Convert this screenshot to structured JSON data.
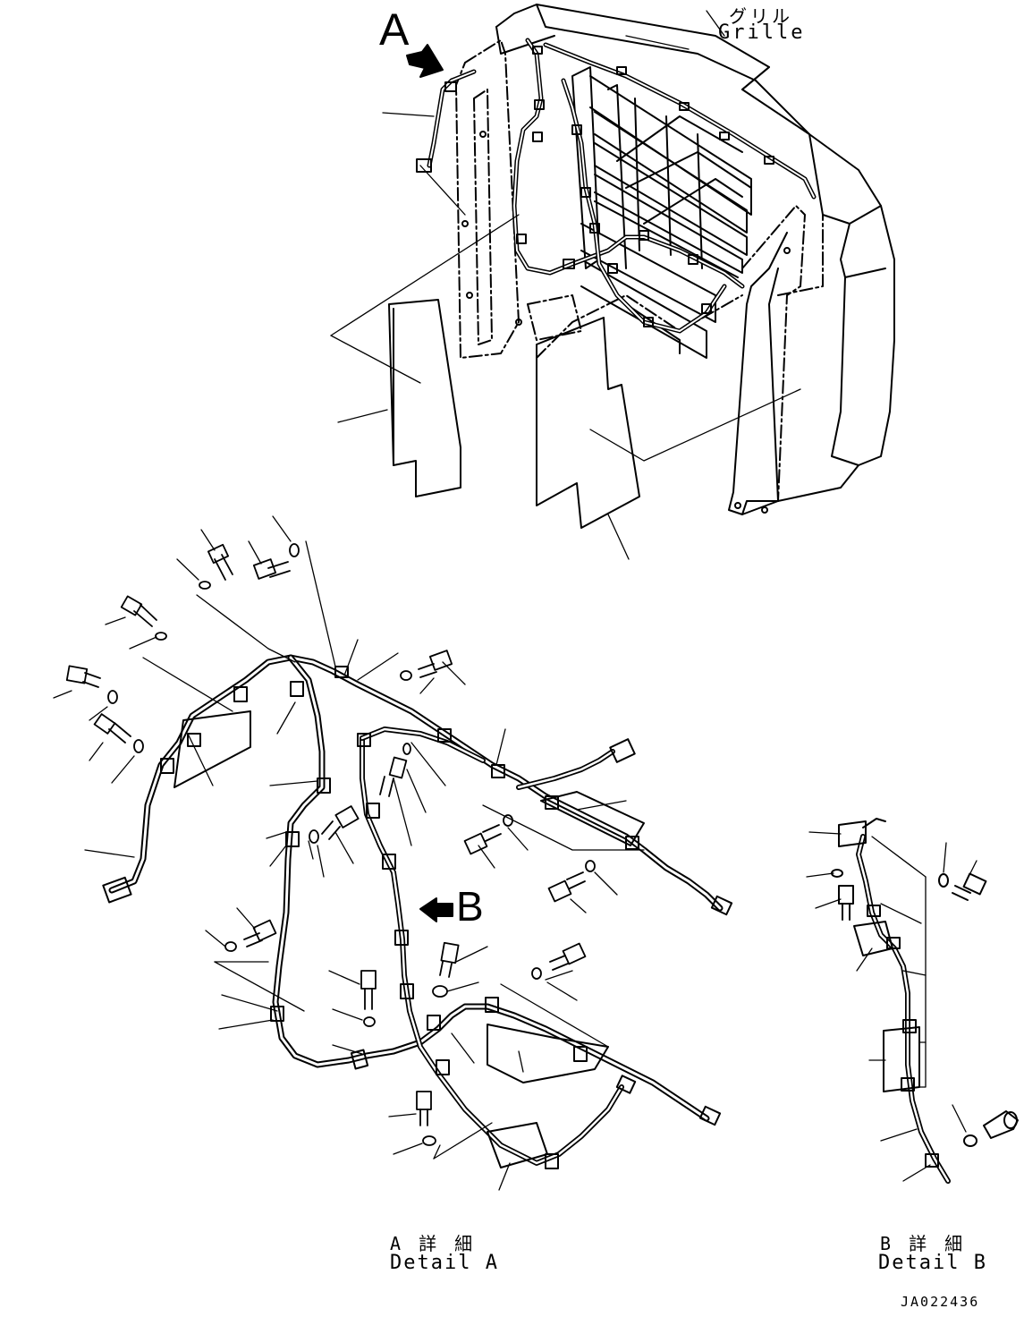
{
  "callouts": {
    "view_a": "A",
    "view_b": "B"
  },
  "grille": {
    "jp": "グリル",
    "en": "Grille"
  },
  "detail_a": {
    "jp": "A 詳 細",
    "en": "Detail A"
  },
  "detail_b": {
    "jp": "B 詳 細",
    "en": "Detail B"
  },
  "drawing_code": "JA022436",
  "colors": {
    "line": "#000000",
    "background": "#ffffff"
  }
}
